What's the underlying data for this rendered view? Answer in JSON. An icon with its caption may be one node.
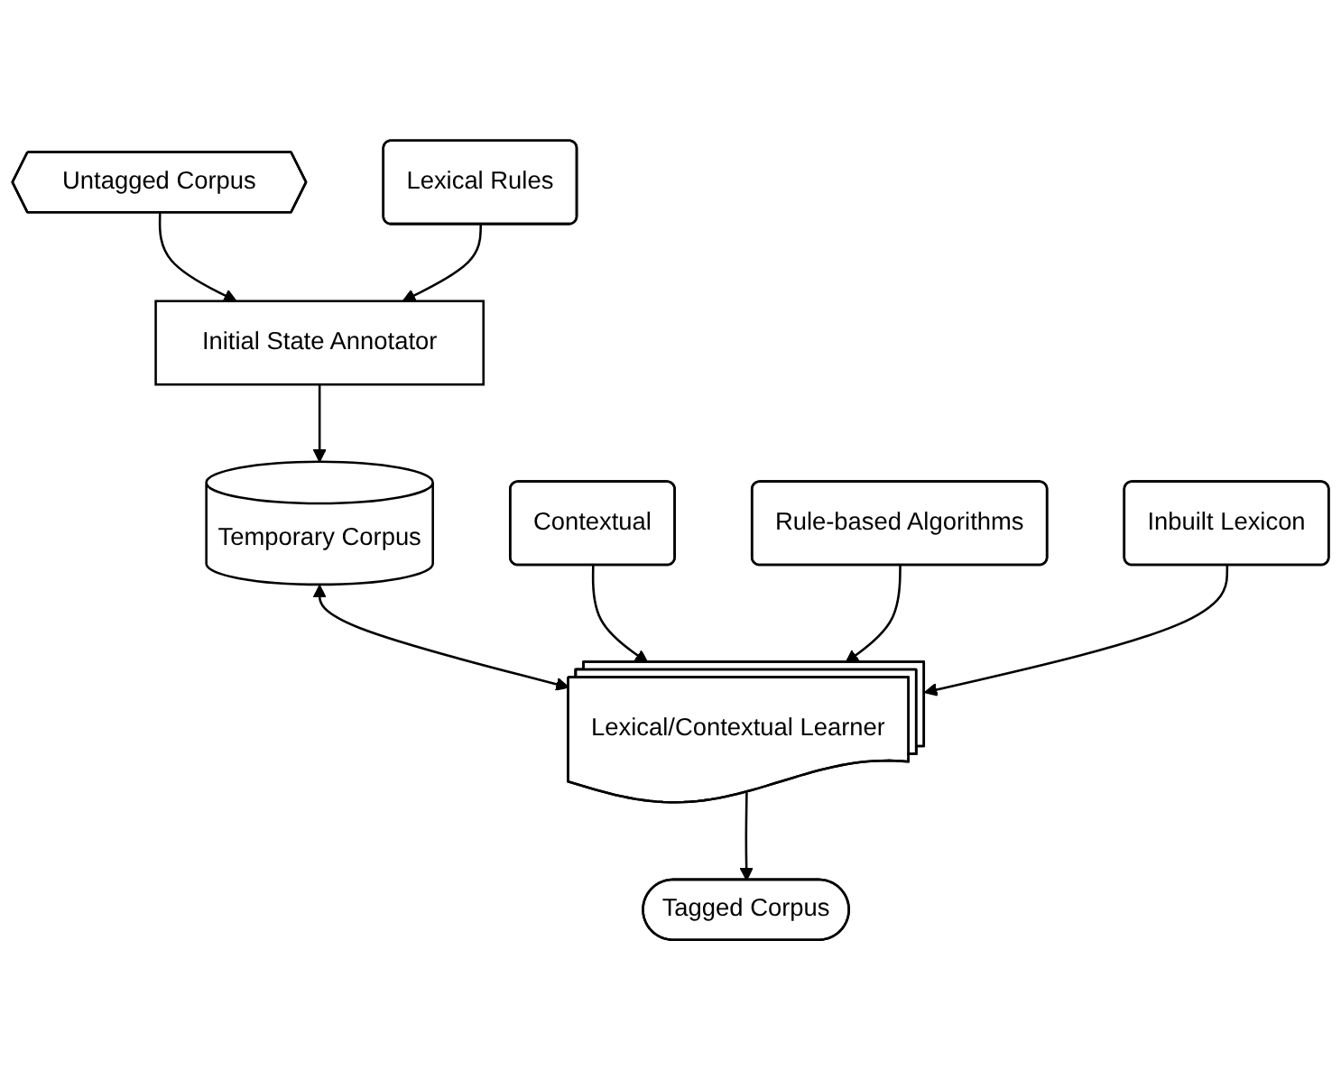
{
  "diagram": {
    "nodes": [
      {
        "text": [
          "Untagged Corpus"
        ]
      },
      {
        "text": [
          "Initial State Annotator"
        ]
      },
      {
        "text": [
          "Lexical Rules"
        ]
      },
      {
        "text": [
          "Temporary Corpus"
        ]
      },
      {
        "text": [
          "Contextual"
        ]
      },
      {
        "text": [
          "Rule-based Algorithms"
        ]
      },
      {
        "text": [
          "Inbuilt Lexicon"
        ]
      },
      {
        "text": [
          "Lexical/Contextual Learner"
        ]
      },
      {
        "text": [
          "Tagged Corpus"
        ]
      }
    ],
    "edges": [
      {
        "from": 0,
        "to": 1,
        "arrow": "to"
      },
      {
        "from": 2,
        "to": 1,
        "arrow": "to"
      },
      {
        "from": 1,
        "to": 3,
        "arrow": "to"
      },
      {
        "from": 3,
        "to": 7,
        "arrow": "both"
      },
      {
        "from": 4,
        "to": 7,
        "arrow": "to"
      },
      {
        "from": 5,
        "to": 7,
        "arrow": "to"
      },
      {
        "from": 6,
        "to": 7,
        "arrow": "to"
      },
      {
        "from": 7,
        "to": 8,
        "arrow": "to"
      }
    ]
  }
}
